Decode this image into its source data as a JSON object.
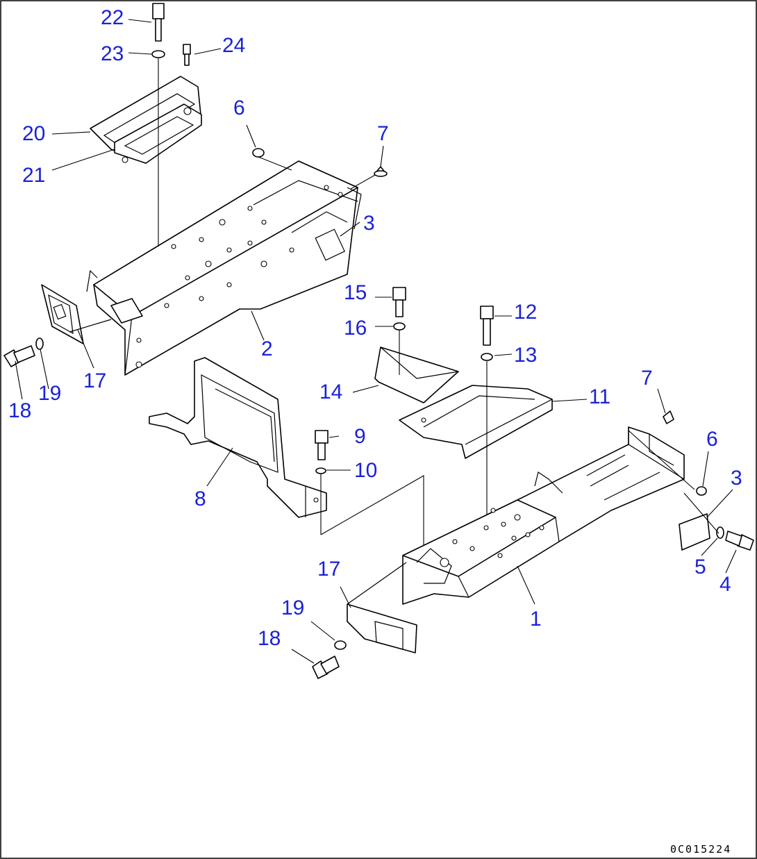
{
  "diagram": {
    "callouts": {
      "c1": "1",
      "c2": "2",
      "c3a": "3",
      "c3b": "3",
      "c4": "4",
      "c5": "5",
      "c6a": "6",
      "c6b": "6",
      "c7a": "7",
      "c7b": "7",
      "c8": "8",
      "c9": "9",
      "c10": "10",
      "c11": "11",
      "c12": "12",
      "c13": "13",
      "c14": "14",
      "c15": "15",
      "c16": "16",
      "c17a": "17",
      "c17b": "17",
      "c18a": "18",
      "c18b": "18",
      "c19a": "19",
      "c19b": "19",
      "c20": "20",
      "c21": "21",
      "c22": "22",
      "c23": "23",
      "c24": "24"
    },
    "figure_code": "0C015224",
    "colors": {
      "callout": "#1a22d6",
      "line": "#000000",
      "border": "#000000"
    }
  }
}
